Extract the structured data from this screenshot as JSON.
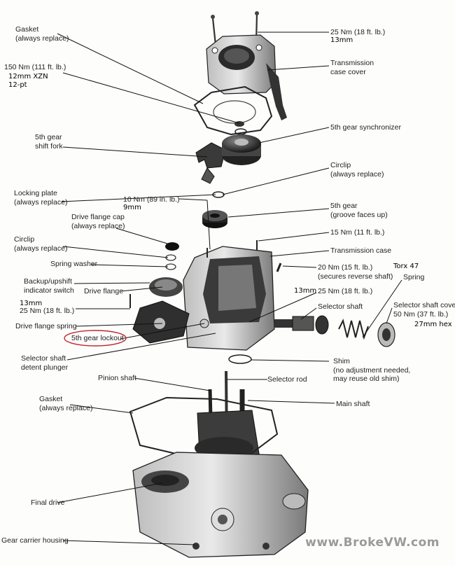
{
  "labels": {
    "gasket_top": [
      "Gasket",
      "(always replace)"
    ],
    "cover_torque": "25 Nm (18 ft. lb.)",
    "cover_socket": "13mm",
    "case_cover": [
      "Transmission",
      "case cover"
    ],
    "nut_torque": "150 Nm (111 ft. lb.)",
    "nut_tool": [
      "12mm XZN",
      "12-pt"
    ],
    "shift_fork": [
      "5th gear",
      "shift fork"
    ],
    "synchronizer": "5th gear synchronizer",
    "circlip_top": [
      "Circlip",
      "(always replace)"
    ],
    "locking_plate": [
      "Locking plate",
      "(always replace)"
    ],
    "lock_torque": "10 Nm (89 in. lb.)",
    "lock_socket": "9mm",
    "fifth_gear": [
      "5th gear",
      "(groove faces up)"
    ],
    "flange_cap": [
      "Drive flange cap",
      "(always replace)"
    ],
    "bolt15": "15 Nm (11 ft. lb.)",
    "circlip_left": [
      "Circlip",
      "(always replace)"
    ],
    "trans_case": "Transmission case",
    "spring_washer": "Spring washer",
    "torx_torque": "20 Nm (15 ft. lb.)",
    "torx_note": "(secures reverse shaft)",
    "torx_tool": "Torx 47",
    "backup_switch": [
      "Backup/upshift",
      "indicator switch"
    ],
    "drive_flange": "Drive flange",
    "spring": "Spring",
    "plug_socket": "13mm",
    "plug_torque": "25 Nm (18 ft. lb.)",
    "selector_shaft": "Selector shaft",
    "left_socket": "13mm",
    "left_torque": "25 Nm (18 ft. lb.)",
    "cover_label": [
      "Selector shaft cover",
      "50 Nm (37 ft. lb.)"
    ],
    "cover_hex": "27mm hex",
    "flange_spring": "Drive flange spring",
    "lockout": "5th gear lockout",
    "detent": [
      "Selector shaft",
      "detent plunger"
    ],
    "shim": [
      "Shim",
      "(no adjustment needed,",
      "may reuse old shim)"
    ],
    "pinion": "Pinion shaft",
    "selector_rod": "Selector rod",
    "gasket_mid": [
      "Gasket",
      "(always replace)"
    ],
    "main_shaft": "Main shaft",
    "final_drive": "Final drive",
    "gear_carrier": "Gear carrier housing"
  },
  "watermark": "www.BrokeVW.com",
  "colors": {
    "ink": "#1a1a1a",
    "metal_dark": "#2b2b2b",
    "metal_mid": "#6e6e6e",
    "metal_light": "#c9c9c9",
    "highlight_circle": "#c0262d",
    "watermark": "#9a9a9a"
  }
}
